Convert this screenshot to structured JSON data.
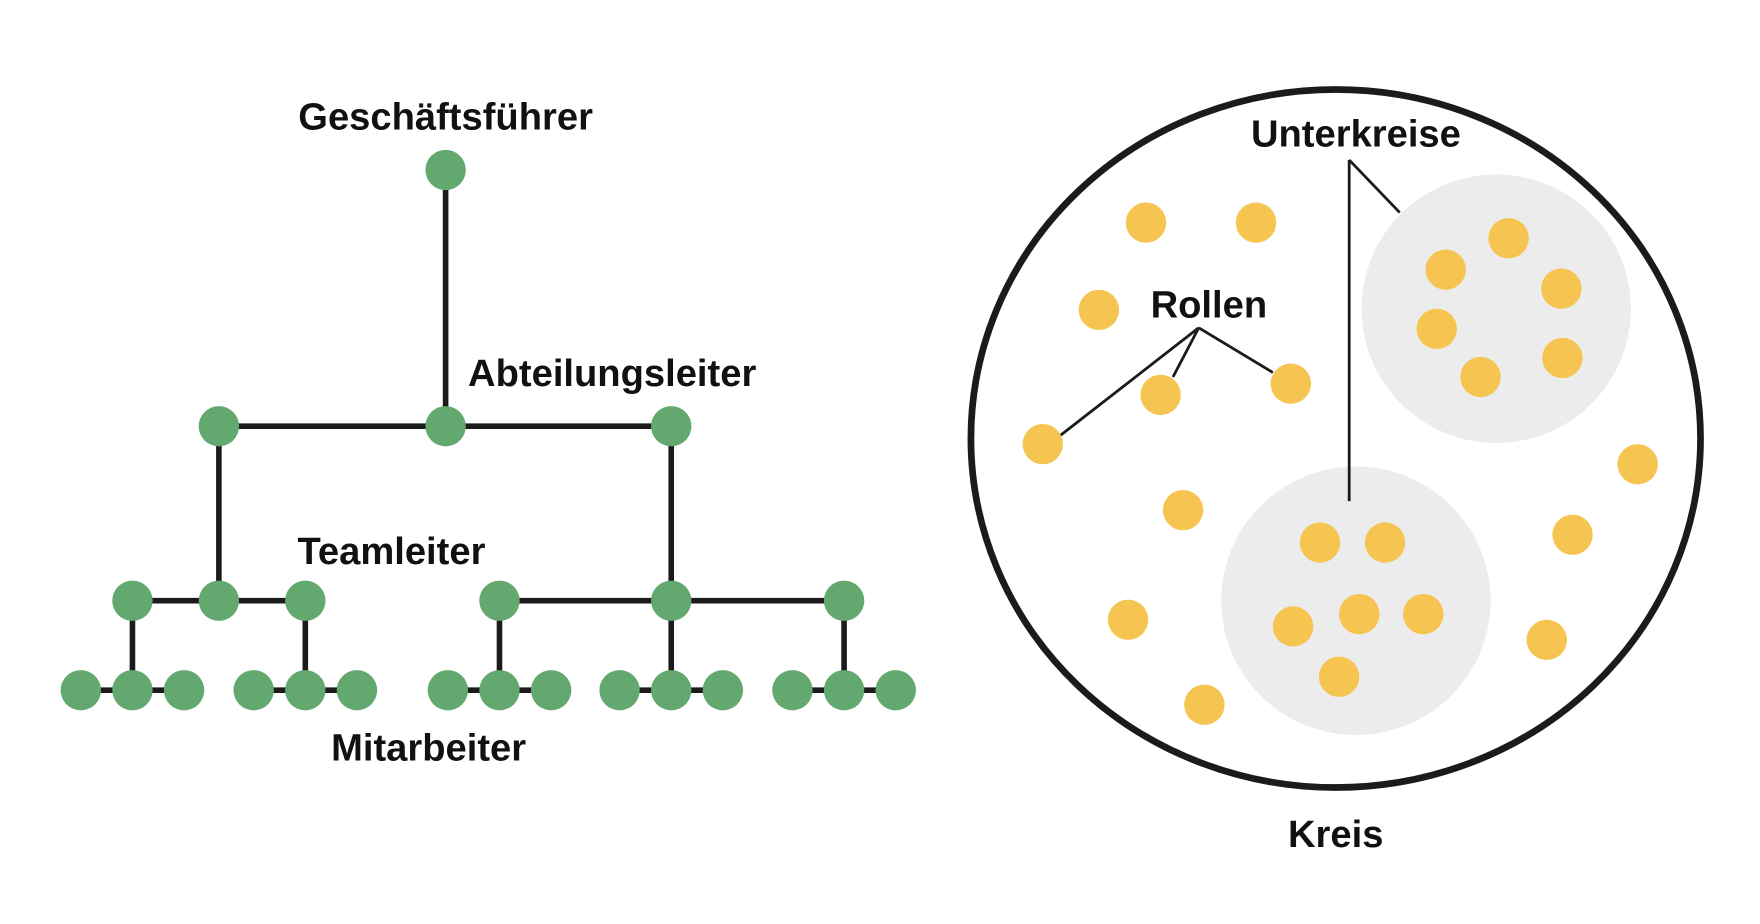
{
  "hierarchy": {
    "labels": {
      "ceo": "Geschäftsführer",
      "department_heads": "Abteilungsleiter",
      "team_leads": "Teamleiter",
      "employees": "Mitarbeiter"
    }
  },
  "holacracy": {
    "labels": {
      "subcircles": "Unterkreise",
      "roles": "Rollen",
      "circle": "Kreis"
    }
  },
  "colors": {
    "node_green": "#62a86f",
    "role_yellow": "#f5c451",
    "subcircle_gray": "#ececec",
    "line": "#1b1b1b"
  }
}
